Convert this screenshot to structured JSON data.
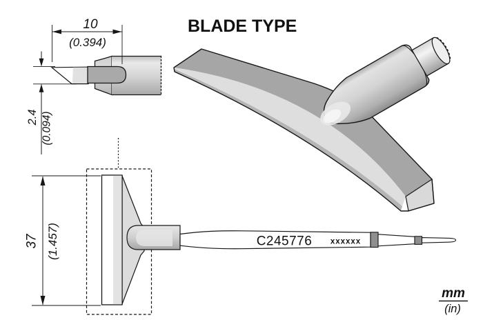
{
  "title": "BLADE TYPE",
  "dimensions": {
    "length": {
      "mm": "10",
      "inch": "(0.394)"
    },
    "thickness": {
      "mm": "2.4",
      "inch": "(0.094)"
    },
    "width": {
      "mm": "37",
      "inch": "(1.457)"
    }
  },
  "cartridge": {
    "model": "C245776",
    "batch_mask": "xxxxxx"
  },
  "units": {
    "metric": "mm",
    "imperial": "(in)"
  },
  "colors": {
    "line": "#161616",
    "heater_gray": "#a9a9a9",
    "bevel_light": "#dedede",
    "body_gray": "#c9c9c9",
    "band_dark": "#8f8f8f",
    "background": "#ffffff"
  }
}
